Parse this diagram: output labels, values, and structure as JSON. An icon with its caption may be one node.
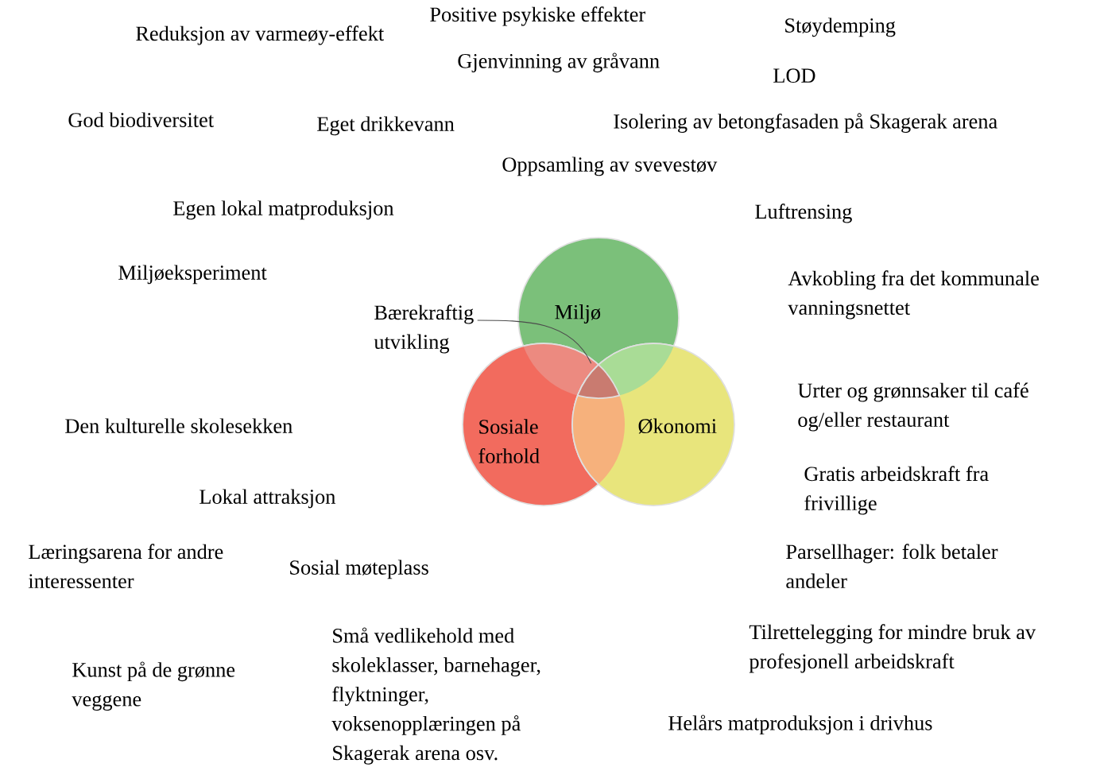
{
  "diagram": {
    "nodes": [
      {
        "text": [
          "Miljø"
        ]
      },
      {
        "text": [
          "Bærekraftig utvikling"
        ]
      },
      {
        "text": [
          "Sosiale forhold"
        ]
      },
      {
        "text": [
          "Økonomi"
        ]
      },
      {
        "text": [],
        "shape": "triangle"
      }
    ],
    "edges": [
      {
        "from": 1,
        "to": 4,
        "arrow": "none"
      }
    ],
    "labels": [
      "Positive psykiske effekter",
      "Reduksjon av varmeøy-effekt",
      "Støydemping",
      "Gjenvinning av gråvann",
      "LOD",
      "God biodiversitet",
      "Eget drikkevann",
      "Isolering av betongfasaden på Skagerak arena",
      "Oppsamling av svevestøv",
      "Egen lokal matproduksjon",
      "Luftrensing",
      "Miljøeksperiment",
      "Avkobling fra det kommunale vanningsnettet",
      "Urter og grønnsaker til café og/eller restaurant",
      "Den kulturelle skolesekken",
      "Gratis arbeidskraft fra frivillige",
      "Lokal attraksjon",
      "Læringsarena for andre interessenter",
      "Parsellhager: folk betaler andeler",
      "Sosial møteplass",
      "Små vedlikehold med skoleklasser, barnehager, flyktninger, voksenopplæringen på Skagerak arena osv.",
      "Tilrettelegging for mindre bruk av profesjonell arbeidskraft",
      "Kunst på de grønne veggene",
      "Helårs matproduksjon i drivhus"
    ]
  }
}
